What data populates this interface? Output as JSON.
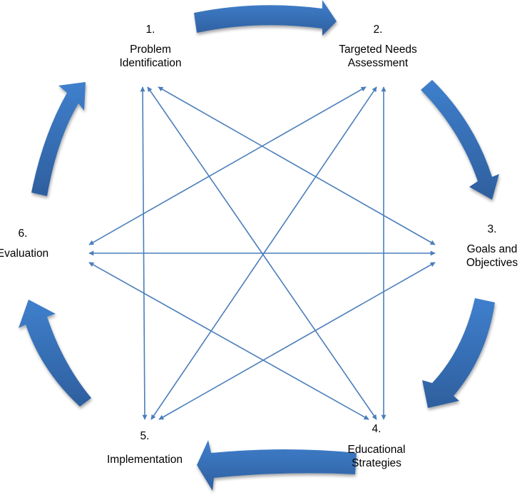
{
  "diagram": {
    "title": "Six-step curriculum development cycle",
    "colors": {
      "arrow_light": "#3f7fcc",
      "arrow_dark": "#2e5f9e",
      "connector": "#4a7ebb"
    },
    "nodes": [
      {
        "id": 1,
        "number": "1.",
        "name": "Problem",
        "name2": "Identification"
      },
      {
        "id": 2,
        "number": "2.",
        "name": "Targeted Needs",
        "name2": "Assessment"
      },
      {
        "id": 3,
        "number": "3.",
        "name": "Goals and",
        "name2": "Objectives"
      },
      {
        "id": 4,
        "number": "4.",
        "name": "Educational",
        "name2": "Strategies"
      },
      {
        "id": 5,
        "number": "5.",
        "name": "Implementation",
        "name2": ""
      },
      {
        "id": 6,
        "number": "6.",
        "name": "Evaluation",
        "name2": ""
      }
    ],
    "cycle_arrows": [
      {
        "from": 1,
        "to": 2
      },
      {
        "from": 2,
        "to": 3
      },
      {
        "from": 3,
        "to": 4
      },
      {
        "from": 4,
        "to": 5
      },
      {
        "from": 5,
        "to": 6
      },
      {
        "from": 6,
        "to": 1
      }
    ],
    "connectors": [
      {
        "from": 1,
        "to": 5,
        "bidirectional": true
      },
      {
        "from": 1,
        "to": 4,
        "bidirectional": true
      },
      {
        "from": 1,
        "to": 3,
        "bidirectional": true
      },
      {
        "from": 2,
        "to": 6,
        "bidirectional": true
      },
      {
        "from": 2,
        "to": 5,
        "bidirectional": true
      },
      {
        "from": 2,
        "to": 4,
        "bidirectional": true
      },
      {
        "from": 6,
        "to": 3,
        "bidirectional": true
      },
      {
        "from": 6,
        "to": 4,
        "bidirectional": true
      },
      {
        "from": 3,
        "to": 5,
        "bidirectional": true
      }
    ]
  }
}
